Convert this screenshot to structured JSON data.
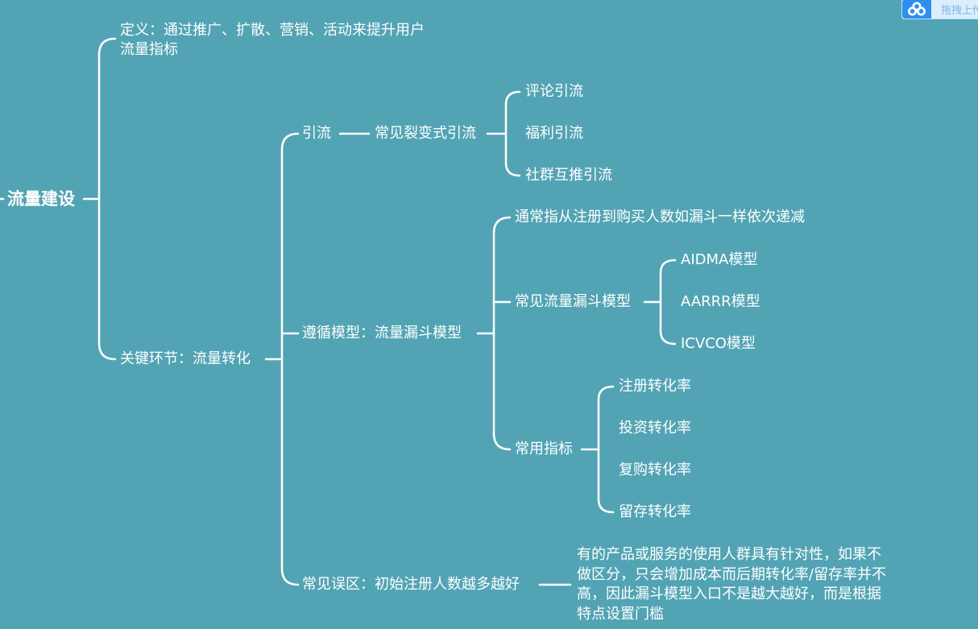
{
  "root": "流量建设",
  "definition": {
    "line1": "定义：通过推广、扩散、营销、活动来提升用户",
    "line2": "流量指标"
  },
  "key_link": "关键环节：流量转化",
  "traffic": {
    "label": "引流",
    "fission": "常见裂变式引流",
    "items": [
      "评论引流",
      "福利引流",
      "社群互推引流"
    ]
  },
  "funnel": {
    "label": "遵循模型：流量漏斗模型",
    "desc": "通常指从注册到购买人数如漏斗一样依次递减",
    "models_label": "常见流量漏斗模型",
    "models": [
      "AIDMA模型",
      "AARRR模型",
      "ICVCO模型"
    ],
    "metrics_label": "常用指标",
    "metrics": [
      "注册转化率",
      "投资转化率",
      "复购转化率",
      "留存转化率"
    ]
  },
  "misconception": {
    "label": "常见误区：初始注册人数越多越好",
    "lines": [
      "有的产品或服务的使用人群具有针对性，如果不",
      "做区分，只会增加成本而后期转化率/留存率并不",
      "高，因此漏斗模型入口不是越大越好，而是根据",
      "特点设置门槛"
    ]
  },
  "widget": {
    "icon": "cloud-share-icon",
    "label": "拖拽上传"
  },
  "colors": {
    "background": "#52a4b4",
    "line": "#ffffff",
    "text": "#ffffff"
  }
}
